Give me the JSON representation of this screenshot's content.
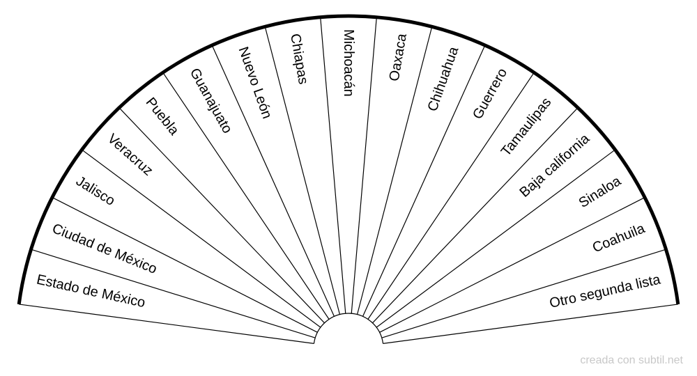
{
  "diagram": {
    "sectors": [
      "Estado de México",
      "Ciudad de México",
      "Jalisco",
      "Veracruz",
      "Puebla",
      "Guanajuato",
      "Nuevo León",
      "Chiapas",
      "Michoacán",
      "Oaxaca",
      "Chihuahua",
      "Guerrero",
      "Tamaulipas",
      "Baja california",
      "Sinaloa",
      "Coahuila",
      "Otro segunda lista"
    ],
    "line_color": "#000000"
  },
  "watermark": "creada con subtil.net"
}
